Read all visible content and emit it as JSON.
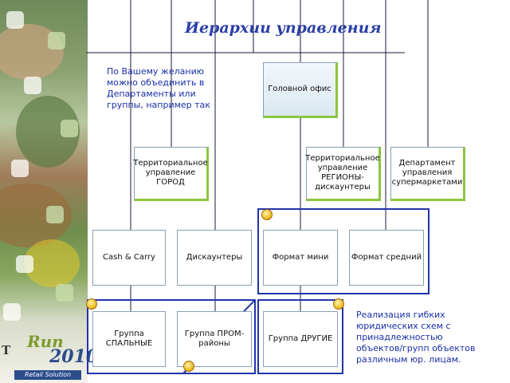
{
  "title": "Иерархии управления",
  "note_top": "По Вашему желанию можно объединить в Департаменты или группы, например так",
  "note_bottom": "Реализация гибких юридических схем с принадлежностью объектов/групп объектов различным юр. лицам.",
  "logo": {
    "prefix": "T",
    "word1": "Run",
    "word2": "2010",
    "tagline": "Retail Solution"
  },
  "nodes": {
    "head_office": "Головной офис",
    "terr_city": "Территориальное управление ГОРОД",
    "terr_regions": "Территориальное управление РЕГИОНЫ- дискаунтеры",
    "dept_super": "Департамент управления супермаркетами",
    "cash_carry": "Cash & Carry",
    "discounters": "Дискаунтеры",
    "format_mini": "Формат мини",
    "format_mid": "Формат средний",
    "group_sleep": "Группа СПАЛЬНЫЕ",
    "group_prom": "Группа ПРОМ-районы",
    "group_other": "Группа ДРУГИЕ"
  },
  "colors": {
    "title": "#2a3ea8",
    "note": "#1a2fa8",
    "frame": "#2233aa",
    "accent": "#8cc63f",
    "marker": "#f2c230"
  }
}
